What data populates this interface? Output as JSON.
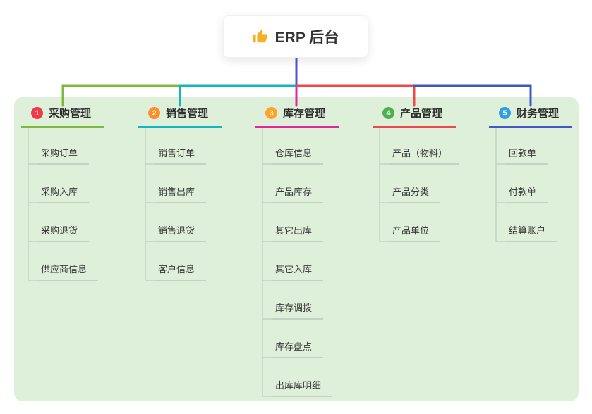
{
  "root": {
    "label": "ERP 后台",
    "icon": "thumbs-up-icon",
    "icon_color": "#f6b026",
    "line_color": "#4f55d2"
  },
  "panel": {
    "background": "#dff0da"
  },
  "connector": {
    "child_line_color": "#c3d2c3"
  },
  "branches": [
    {
      "num": "1",
      "label": "采购管理",
      "color": "#7db93d",
      "badge_color": "#f0394b",
      "children": [
        "采购订单",
        "采购入库",
        "采购退货",
        "供应商信息"
      ]
    },
    {
      "num": "2",
      "label": "销售管理",
      "color": "#12b7bd",
      "badge_color": "#ff8d2b",
      "children": [
        "销售订单",
        "销售出库",
        "销售退货",
        "客户信息"
      ]
    },
    {
      "num": "3",
      "label": "库存管理",
      "color": "#e0289b",
      "badge_color": "#ffa526",
      "children": [
        "仓库信息",
        "产品库存",
        "其它出库",
        "其它入库",
        "库存调拨",
        "库存盘点",
        "出库库明细"
      ]
    },
    {
      "num": "4",
      "label": "产品管理",
      "color": "#ef4848",
      "badge_color": "#4caf50",
      "children": [
        "产品（物料）",
        "产品分类",
        "产品单位"
      ]
    },
    {
      "num": "5",
      "label": "财务管理",
      "color": "#4156c8",
      "badge_color": "#2e9fe0",
      "children": [
        "回款单",
        "付款单",
        "结算账户"
      ]
    }
  ]
}
